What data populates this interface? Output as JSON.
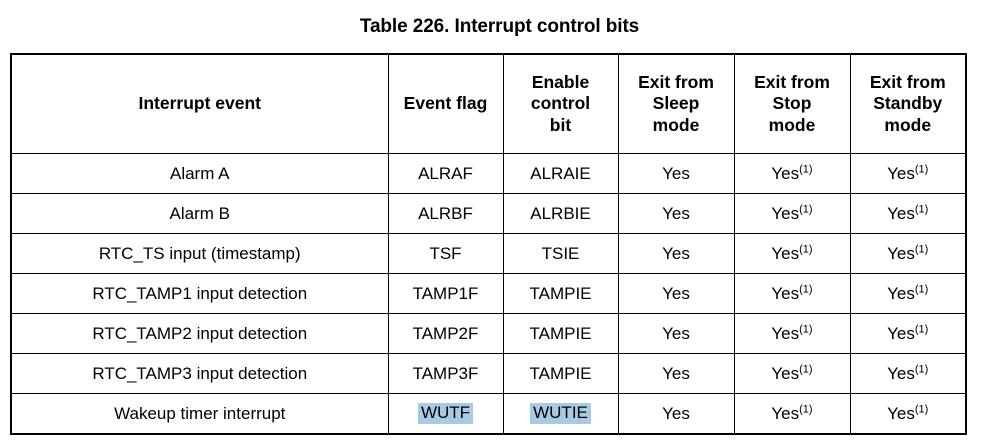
{
  "document": {
    "title": "Table 226. Interrupt control bits"
  },
  "table": {
    "columns": [
      {
        "key": "event",
        "label": "Interrupt event"
      },
      {
        "key": "flag",
        "label": "Event flag"
      },
      {
        "key": "enable",
        "label": "Enable control bit"
      },
      {
        "key": "sleep",
        "label": "Exit from Sleep mode"
      },
      {
        "key": "stop",
        "label": "Exit from Stop mode"
      },
      {
        "key": "standby",
        "label": "Exit from Standby mode"
      }
    ],
    "header_lines": {
      "event": [
        "Interrupt event"
      ],
      "flag": [
        "Event flag"
      ],
      "enable": [
        "Enable",
        "control",
        "bit"
      ],
      "sleep": [
        "Exit from",
        "Sleep",
        "mode"
      ],
      "stop": [
        "Exit from",
        "Stop",
        "mode"
      ],
      "standby": [
        "Exit from",
        "Standby",
        "mode"
      ]
    },
    "footnote_marker": "(1)",
    "highlight_color": "#a8cae3",
    "rows": [
      {
        "event": "Alarm A",
        "flag": "ALRAF",
        "enable": "ALRAIE",
        "sleep": "Yes",
        "stop": "Yes",
        "stop_note": "(1)",
        "standby": "Yes",
        "standby_note": "(1)",
        "flag_highlighted": false,
        "enable_highlighted": false
      },
      {
        "event": "Alarm B",
        "flag": "ALRBF",
        "enable": "ALRBIE",
        "sleep": "Yes",
        "stop": "Yes",
        "stop_note": "(1)",
        "standby": "Yes",
        "standby_note": "(1)",
        "flag_highlighted": false,
        "enable_highlighted": false
      },
      {
        "event": "RTC_TS input (timestamp)",
        "flag": "TSF",
        "enable": "TSIE",
        "sleep": "Yes",
        "stop": "Yes",
        "stop_note": "(1)",
        "standby": "Yes",
        "standby_note": "(1)",
        "flag_highlighted": false,
        "enable_highlighted": false
      },
      {
        "event": "RTC_TAMP1 input detection",
        "flag": "TAMP1F",
        "enable": "TAMPIE",
        "sleep": "Yes",
        "stop": "Yes",
        "stop_note": "(1)",
        "standby": "Yes",
        "standby_note": "(1)",
        "flag_highlighted": false,
        "enable_highlighted": false
      },
      {
        "event": "RTC_TAMP2 input detection",
        "flag": "TAMP2F",
        "enable": "TAMPIE",
        "sleep": "Yes",
        "stop": "Yes",
        "stop_note": "(1)",
        "standby": "Yes",
        "standby_note": "(1)",
        "flag_highlighted": false,
        "enable_highlighted": false
      },
      {
        "event": "RTC_TAMP3 input detection",
        "flag": "TAMP3F",
        "enable": "TAMPIE",
        "sleep": "Yes",
        "stop": "Yes",
        "stop_note": "(1)",
        "standby": "Yes",
        "standby_note": "(1)",
        "flag_highlighted": false,
        "enable_highlighted": false
      },
      {
        "event": "Wakeup timer interrupt",
        "flag": "WUTF",
        "enable": "WUTIE",
        "sleep": "Yes",
        "stop": "Yes",
        "stop_note": "(1)",
        "standby": "Yes",
        "standby_note": "(1)",
        "flag_highlighted": true,
        "enable_highlighted": true
      }
    ]
  }
}
